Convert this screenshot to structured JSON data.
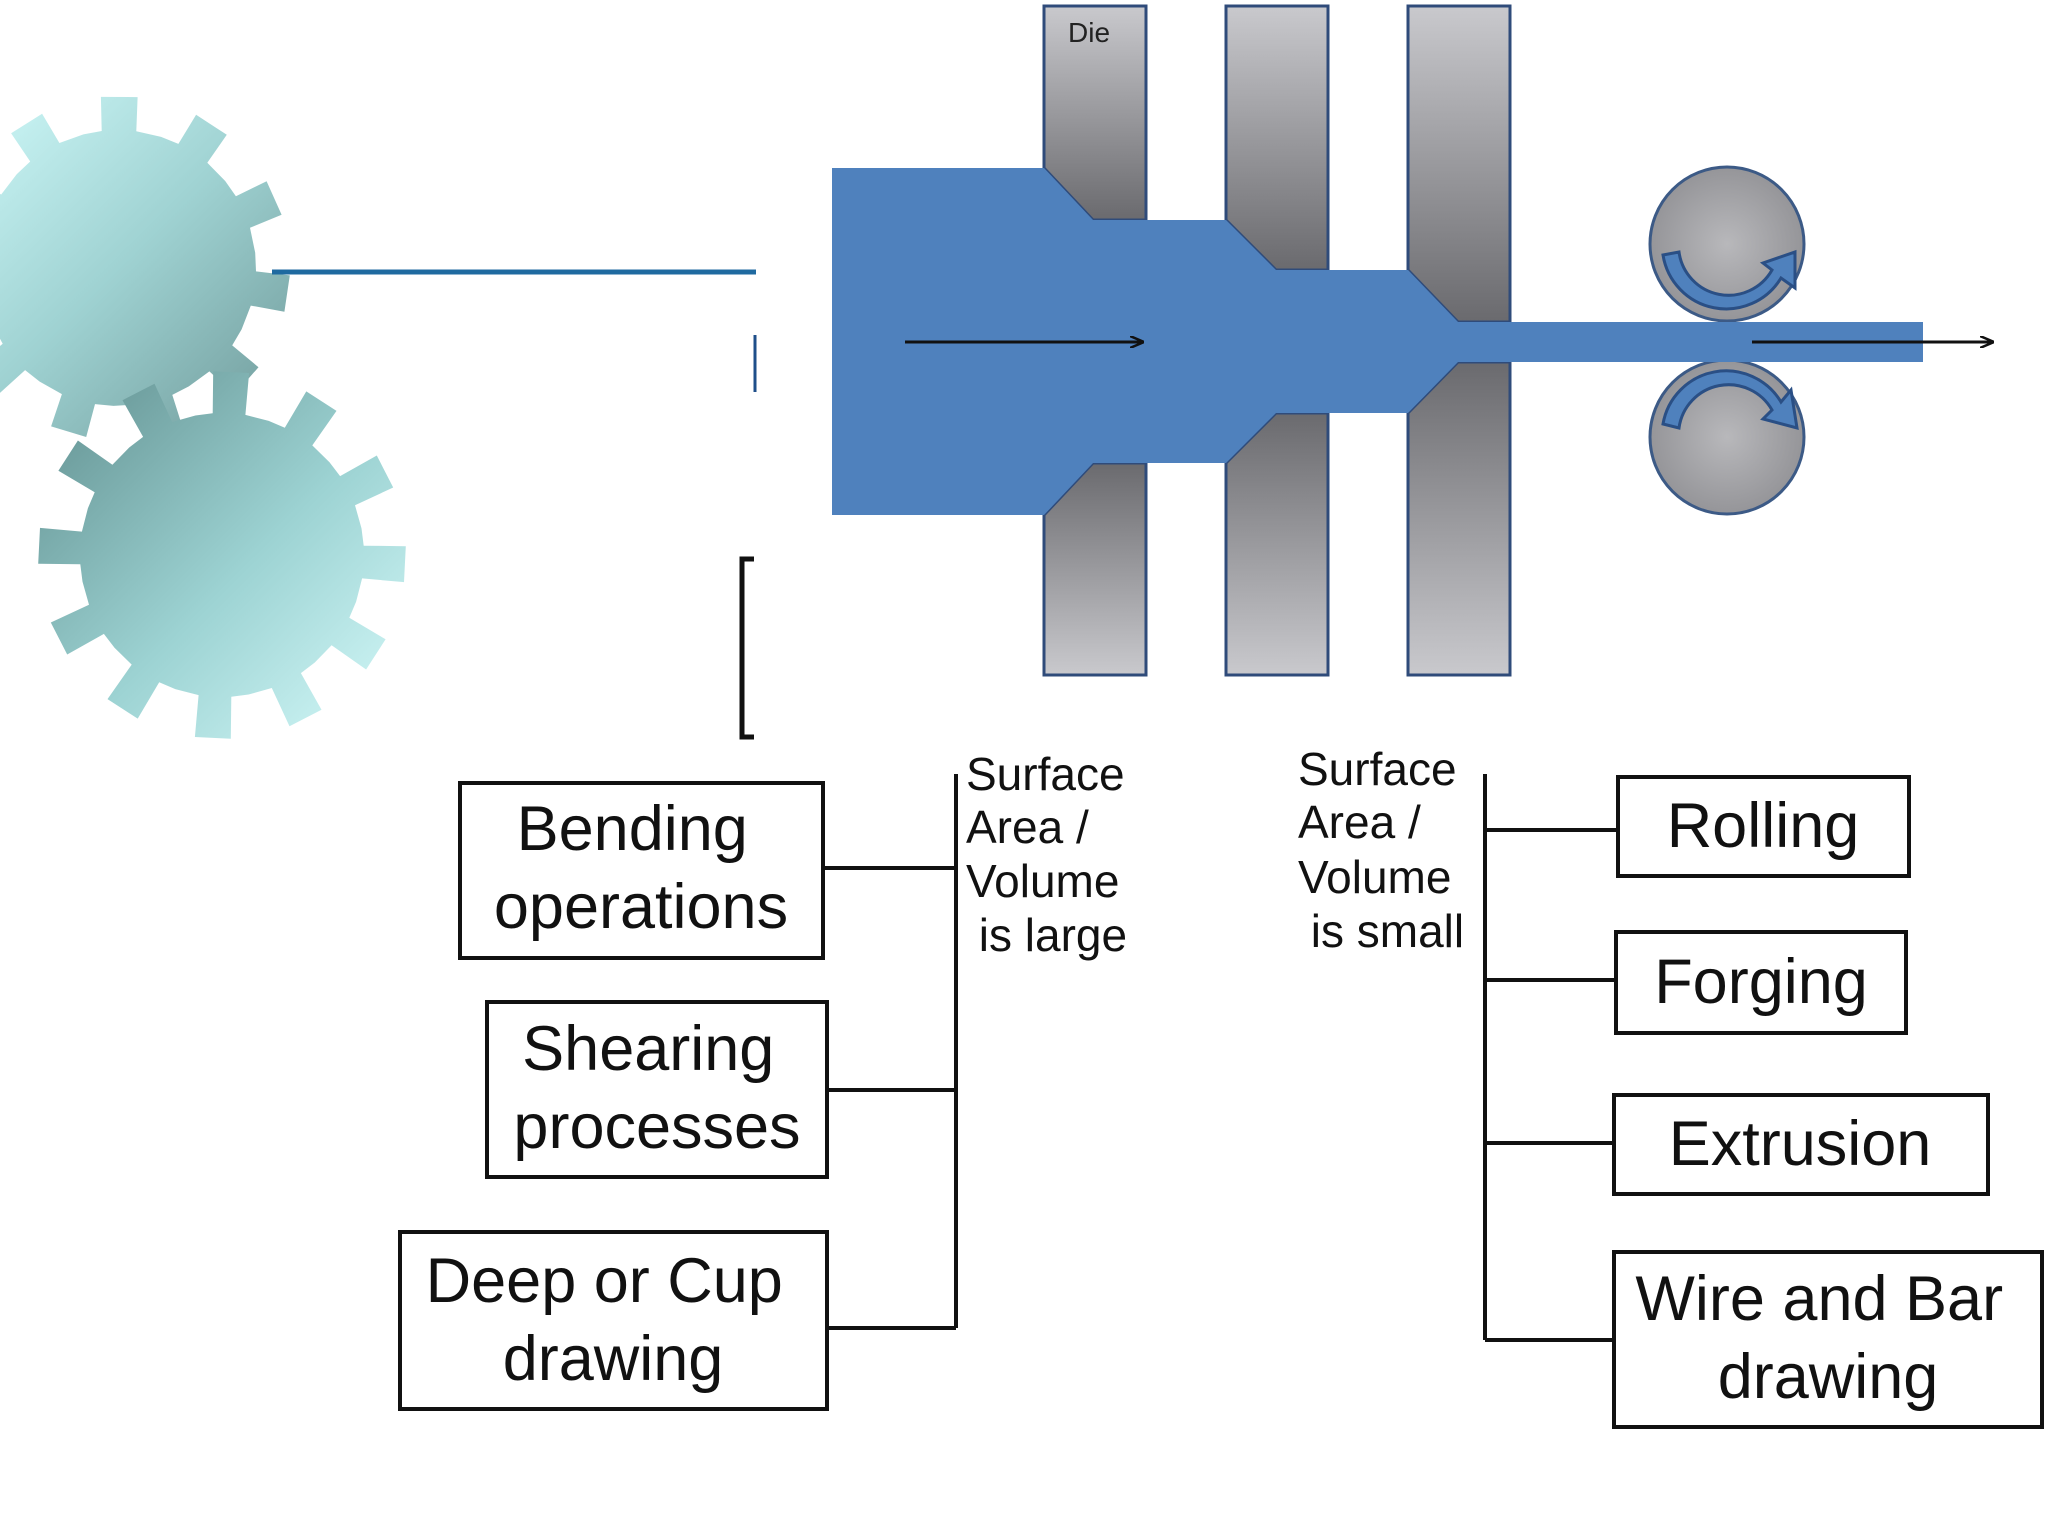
{
  "die_label": "Die",
  "left_group": {
    "label_lines": [
      "Surface",
      "Area /",
      "Volume",
      " is large"
    ],
    "items": [
      {
        "lines": [
          "Bending",
          "operations"
        ]
      },
      {
        "lines": [
          "Shearing",
          "processes"
        ]
      },
      {
        "lines": [
          "Deep or Cup",
          "drawing"
        ]
      }
    ]
  },
  "right_group": {
    "label_lines": [
      "Surface",
      "Area /",
      "Volume",
      " is small"
    ],
    "items": [
      {
        "lines": [
          "Rolling"
        ]
      },
      {
        "lines": [
          "Forging"
        ]
      },
      {
        "lines": [
          "Extrusion"
        ]
      },
      {
        "lines": [
          "Wire and Bar",
          "drawing"
        ]
      }
    ]
  },
  "colors": {
    "workpiece": "#4f81bd",
    "die_light": "#c8c8cc",
    "die_dark": "#5e5e62",
    "gear_light": "#c7f4f4",
    "gear_dark": "#5e8a8a",
    "accent_line": "#1f6aa0"
  },
  "icons": [
    "gear-icon",
    "rotation-arrow-icon",
    "flow-arrow-icon"
  ]
}
